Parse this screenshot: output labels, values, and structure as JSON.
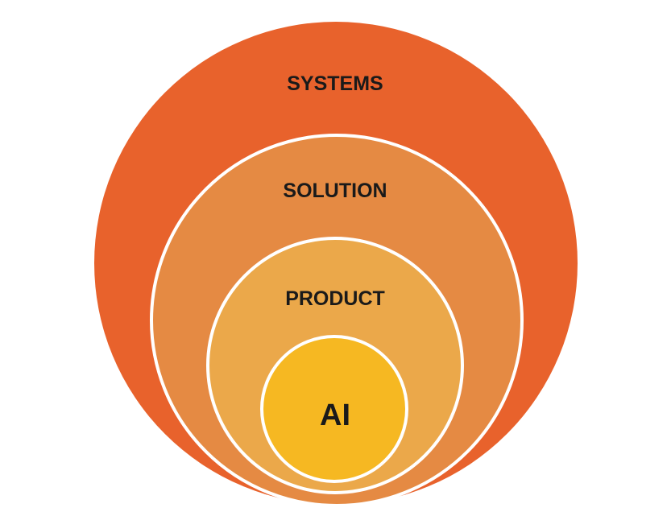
{
  "diagram": {
    "rings": [
      {
        "id": "systems",
        "label": "SYSTEMS",
        "color": "#E8622C"
      },
      {
        "id": "solution",
        "label": "SOLUTION",
        "color": "#E58A43"
      },
      {
        "id": "product",
        "label": "PRODUCT",
        "color": "#EBA84A"
      },
      {
        "id": "ai",
        "label": "AI",
        "color": "#F6B822"
      }
    ],
    "border_color": "#FFFFFF"
  }
}
